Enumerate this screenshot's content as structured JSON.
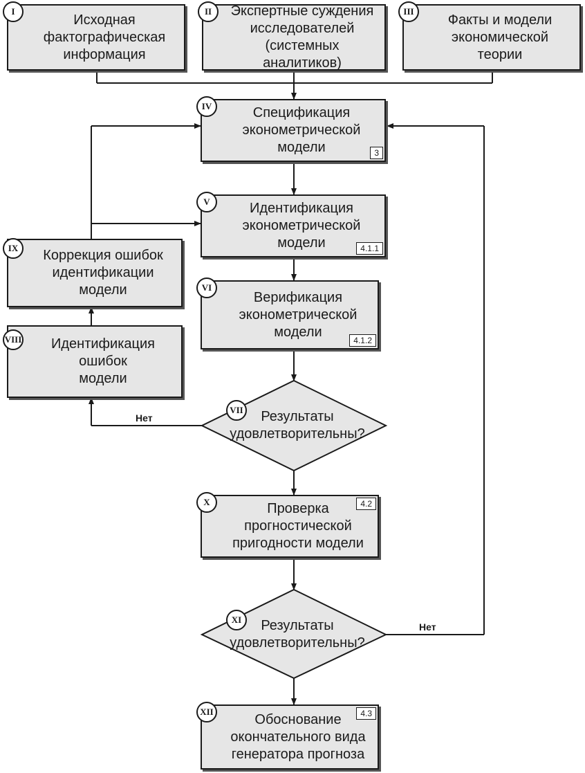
{
  "nodes": {
    "n1": {
      "num": "I",
      "text": "Исходная\nфактографическая\nинформация"
    },
    "n2": {
      "num": "II",
      "text": "Экспертные суждения\nисследователей\n(системных аналитиков)"
    },
    "n3": {
      "num": "III",
      "text": "Факты и модели\nэкономической\nтеории"
    },
    "n4": {
      "num": "IV",
      "text": "Спецификация\nэконометрической\nмодели",
      "ref": "3"
    },
    "n5": {
      "num": "V",
      "text": "Идентификация\nэконометрической\nмодели",
      "ref": "4.1.1"
    },
    "n6": {
      "num": "VI",
      "text": "Верификация\nэконометрической\nмодели",
      "ref": "4.1.2"
    },
    "n7": {
      "num": "VII",
      "text": "Результаты\nудовлетворительны?"
    },
    "n8": {
      "num": "VIII",
      "text": "Идентификация\nошибок\nмодели"
    },
    "n9": {
      "num": "IX",
      "text": "Коррекция ошибок\nидентификации\nмодели"
    },
    "n10": {
      "num": "X",
      "text": "Проверка\nпрогностической\nпригодности модели",
      "ref": "4.2"
    },
    "n11": {
      "num": "XI",
      "text": "Результаты\nудовлетворительны?"
    },
    "n12": {
      "num": "XII",
      "text": "Обоснование\nокончательного вида\nгенератора прогноза",
      "ref": "4.3"
    }
  },
  "edge_labels": {
    "no_1": "Нет",
    "no_2": "Нет"
  }
}
